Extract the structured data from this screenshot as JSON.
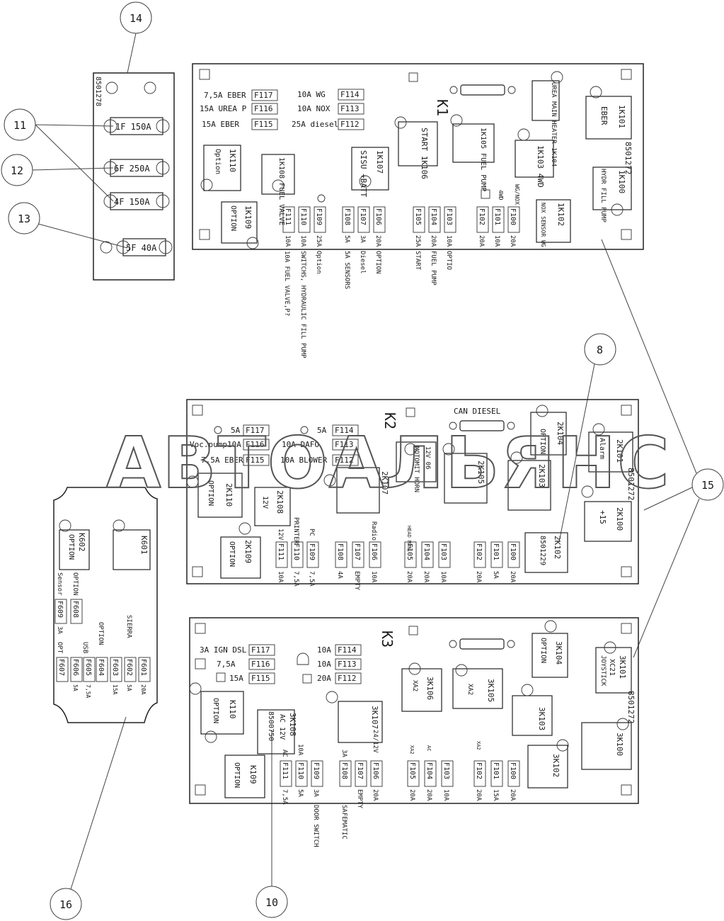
{
  "watermark": "АВТОАЛЬЯНС",
  "callouts": [
    "14",
    "11",
    "12",
    "13",
    "8",
    "15",
    "16",
    "10"
  ],
  "fuse_strip": {
    "part": "8501278",
    "fuses": [
      "1F 150A",
      "6F 250A",
      "4F 150A",
      "5F 40A"
    ]
  },
  "k1": {
    "board": "K1",
    "part": "8501272",
    "fuse_labels": [
      "7,5A EBER",
      "15A UREA P",
      "15A  EBER",
      "10A  WG",
      "10A  NOX",
      "25A diesel"
    ],
    "fuse_codes": [
      "F117",
      "F116",
      "F115",
      "F114",
      "F113",
      "F112"
    ],
    "relays": [
      "UREA MAIN HEATER 1K104",
      "1K101",
      "EBER",
      "1K105 FUEL PUMP",
      "START 1K106",
      "1K103 4WD",
      "1K100",
      "HYDR FILL PUMP",
      "1K107",
      "SISU +BATT",
      "1K108 FUEL VALVE",
      "1K110",
      "Option",
      "1K102",
      "NOX SENSOR WG",
      "1K109",
      "OPTION"
    ],
    "bottom_codes": [
      "F111",
      "F110",
      "F109",
      "F108",
      "F107",
      "F106",
      "F105",
      "F104",
      "F103",
      "F102",
      "F101",
      "F100"
    ],
    "bottom_amps": [
      "10A",
      "10A",
      "25A",
      "5A",
      "3A",
      "20A",
      "25A",
      "20A",
      "10A",
      "20A",
      "10A",
      "20A"
    ],
    "top_small": [
      "4WD",
      "WG/NOX"
    ],
    "bottom_desc": [
      "10A FUEL VALVE,P?",
      "SWITCHS, HYDRAULIC FILL PUMP",
      "Option",
      "5A SENSORS",
      "Diesel",
      "OPTION",
      "START",
      "FUEL PUMP",
      "OPTIO"
    ]
  },
  "k2": {
    "board": "K2",
    "part": "8501272",
    "can": "CAN DIESEL",
    "fuse_labels": [
      "5A",
      "Voc.pump10A",
      "7,5A  EBER",
      "5A",
      "10A  DAFO",
      "10A BLOWER"
    ],
    "fuse_codes": [
      "F117",
      "F116",
      "F115",
      "F114",
      "F113",
      "F112"
    ],
    "relays": [
      "2K104",
      "OPTION",
      "2K101",
      "Alarm",
      "2K103",
      "2K105",
      "MOTOMIT HORN",
      "12V 06",
      "2K107",
      "2K100",
      "+15",
      "2K110",
      "OPTION",
      "2K108",
      "12V",
      "2K109",
      "OPTION",
      "2K102",
      "8501229"
    ],
    "bottom_codes": [
      "F111",
      "F110",
      "F109",
      "F108",
      "F107",
      "F106",
      "F105",
      "F104",
      "F103",
      "F102",
      "F101",
      "F100"
    ],
    "bottom_amps": [
      "10A",
      "7,5A",
      "7,5A",
      "4A",
      "EMPTY",
      "10A",
      "20A",
      "20A",
      "10A",
      "20A",
      "5A",
      "20A"
    ],
    "bottom_desc": [
      "12V",
      "PRINTER",
      "PC",
      "Radio",
      "HEAD MAN"
    ]
  },
  "k3": {
    "board": "K3",
    "part": "8501272",
    "fuse_labels": [
      "3A IGN DSL",
      "7,5A",
      "15A",
      "10A",
      "10A",
      "20A"
    ],
    "fuse_codes": [
      "F117",
      "F116",
      "F115",
      "F114",
      "F113",
      "F112"
    ],
    "relays": [
      "3K104",
      "OPTION",
      "3K101",
      "XC21",
      "JOYSTICK",
      "3K106",
      "XA2",
      "3K105",
      "XA2",
      "3K103",
      "3K107",
      "3K108",
      "AC 12V",
      "8500750",
      "K110",
      "OPTION",
      "3K102",
      "3K100",
      "K109",
      "OPTION"
    ],
    "bottom_codes": [
      "F111",
      "F110",
      "F109",
      "F108",
      "F107",
      "F106",
      "F105",
      "F104",
      "F103",
      "F102",
      "F101",
      "F100"
    ],
    "bottom_amps": [
      "7,5A",
      "5A",
      "3A",
      "3A",
      "EMPTY",
      "20A",
      "20A",
      "20A",
      "10A",
      "20A",
      "15A",
      "20A"
    ],
    "bottom_desc": [
      "AC",
      "10A",
      "DOOR SWITCH",
      "SAFEMATIC",
      "24/12V",
      "XA2",
      "AC",
      "XA2"
    ]
  },
  "plate": {
    "relays": [
      "K602",
      "OPTION",
      "K601"
    ],
    "fuse_codes": [
      "F608",
      "F609",
      "F601",
      "F602",
      "F603",
      "F604",
      "F605",
      "F606",
      "F607"
    ],
    "labels": [
      "OPTION",
      "Sensor",
      "3A",
      "SIERRA",
      "OPTION",
      "USB",
      "OPT",
      "20A",
      "5A",
      "15A",
      "7,5A",
      "5A"
    ]
  }
}
